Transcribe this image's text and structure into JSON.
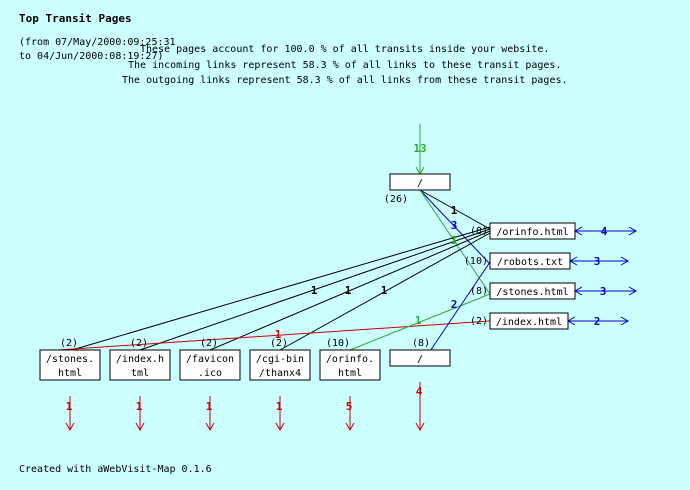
{
  "header": {
    "title": "Top Transit Pages",
    "date_from": "(from 07/May/2000:09:25:31",
    "date_to": "to 04/Jun/2000:08:19:27)"
  },
  "summary": {
    "line1": "These pages account for 100.0 % of all transits inside your website.",
    "line2": "The incoming links represent 58.3 % of all links to these transit pages.",
    "line3": "The outgoing links represent 58.3 % of all links from these transit pages."
  },
  "footer": "Created with aWebVisit-Map 0.1.6",
  "colors": {
    "background": "#ccffff",
    "green": "#33aa33",
    "blue": "#0000cc",
    "red": "#cc0000",
    "black": "#000000"
  },
  "diagram": {
    "nodes": [
      {
        "id": "root_top",
        "lines": [
          "/"
        ],
        "count": "(26)"
      },
      {
        "id": "orinfo",
        "lines": [
          "/orinfo.html"
        ],
        "count": "(8)"
      },
      {
        "id": "robots",
        "lines": [
          "/robots.txt"
        ],
        "count": "(10)"
      },
      {
        "id": "stones",
        "lines": [
          "/stones.html"
        ],
        "count": "(8)"
      },
      {
        "id": "index",
        "lines": [
          "/index.html"
        ],
        "count": "(2)"
      },
      {
        "id": "b_stones",
        "lines": [
          "/stones.",
          "html"
        ],
        "count": "(2)"
      },
      {
        "id": "b_index",
        "lines": [
          "/index.h",
          "tml"
        ],
        "count": "(2)"
      },
      {
        "id": "b_favicon",
        "lines": [
          "/favicon",
          ".ico"
        ],
        "count": "(2)"
      },
      {
        "id": "b_cgi",
        "lines": [
          "/cgi-bin",
          "/thanx4"
        ],
        "count": "(2)"
      },
      {
        "id": "b_orinfo",
        "lines": [
          "/orinfo.",
          "html"
        ],
        "count": "(10)"
      },
      {
        "id": "b_root",
        "lines": [
          "/"
        ],
        "count": "(8)"
      }
    ],
    "entry": {
      "target": "root_top",
      "label": "13"
    },
    "external_out": [
      {
        "from": "orinfo",
        "label": "4"
      },
      {
        "from": "robots",
        "label": "3"
      },
      {
        "from": "stones",
        "label": "3"
      },
      {
        "from": "index",
        "label": "2"
      }
    ],
    "exits": [
      {
        "from": "b_stones",
        "label": "1"
      },
      {
        "from": "b_index",
        "label": "1"
      },
      {
        "from": "b_favicon",
        "label": "1"
      },
      {
        "from": "b_cgi",
        "label": "1"
      },
      {
        "from": "b_orinfo",
        "label": "5"
      },
      {
        "from": "b_root",
        "label": "4"
      }
    ],
    "links": [
      {
        "from": "root_top",
        "to": "orinfo",
        "color": "black",
        "label": "1"
      },
      {
        "from": "root_top",
        "to": "robots",
        "color": "blue",
        "label": "3"
      },
      {
        "from": "root_top",
        "to": "stones",
        "color": "green",
        "label": "1"
      },
      {
        "from": "orinfo",
        "to": "b_stones",
        "color": "black",
        "label": "1"
      },
      {
        "from": "orinfo",
        "to": "b_index",
        "color": "black",
        "label": "1"
      },
      {
        "from": "orinfo",
        "to": "b_favicon",
        "color": "black",
        "label": "1"
      },
      {
        "from": "orinfo",
        "to": "b_cgi",
        "color": "black",
        "label": ""
      },
      {
        "from": "index",
        "to": "b_stones",
        "color": "red",
        "label": "1"
      },
      {
        "from": "b_orinfo",
        "to": "stones",
        "color": "green",
        "label": "1"
      },
      {
        "from": "b_root",
        "to": "robots",
        "color": "blue",
        "label": "2"
      }
    ]
  }
}
